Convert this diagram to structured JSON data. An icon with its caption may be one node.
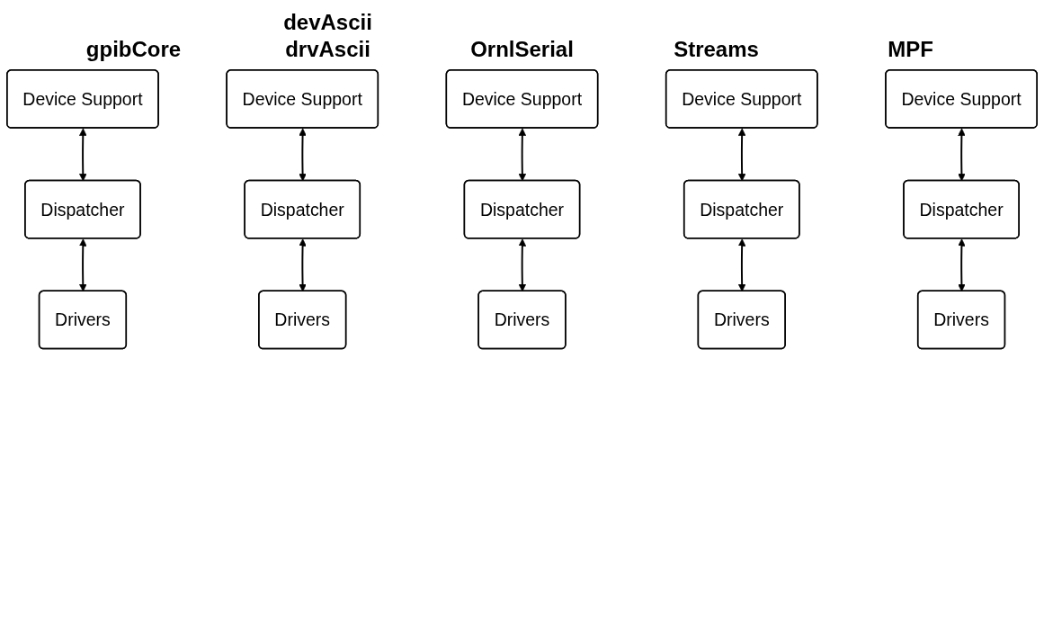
{
  "diagram": {
    "nodes": [
      {
        "text": [
          "Device Support"
        ]
      },
      {
        "text": [
          "Dispatcher"
        ]
      },
      {
        "text": [
          "Drivers"
        ]
      },
      {
        "text": [
          "Device Support"
        ]
      },
      {
        "text": [
          "Dispatcher"
        ]
      },
      {
        "text": [
          "Drivers"
        ]
      },
      {
        "text": [
          "Device Support"
        ]
      },
      {
        "text": [
          "Dispatcher"
        ]
      },
      {
        "text": [
          "Drivers"
        ]
      },
      {
        "text": [
          "Device Support"
        ]
      },
      {
        "text": [
          "Dispatcher"
        ]
      },
      {
        "text": [
          "Drivers"
        ]
      },
      {
        "text": [
          "Device Support"
        ]
      },
      {
        "text": [
          "Dispatcher"
        ]
      },
      {
        "text": [
          "Drivers"
        ]
      }
    ],
    "edges": [
      {
        "from": 0,
        "to": 1,
        "arrow": "both"
      },
      {
        "from": 1,
        "to": 2,
        "arrow": "both"
      },
      {
        "from": 3,
        "to": 4,
        "arrow": "both"
      },
      {
        "from": 4,
        "to": 5,
        "arrow": "both"
      },
      {
        "from": 6,
        "to": 7,
        "arrow": "both"
      },
      {
        "from": 7,
        "to": 8,
        "arrow": "both"
      },
      {
        "from": 9,
        "to": 10,
        "arrow": "both"
      },
      {
        "from": 10,
        "to": 11,
        "arrow": "both"
      },
      {
        "from": 12,
        "to": 13,
        "arrow": "both"
      },
      {
        "from": 13,
        "to": 14,
        "arrow": "both"
      }
    ],
    "labels": [
      "gpibCore",
      "devAscii drvAscii",
      "OrnlSerial",
      "Streams",
      "MPF"
    ]
  }
}
